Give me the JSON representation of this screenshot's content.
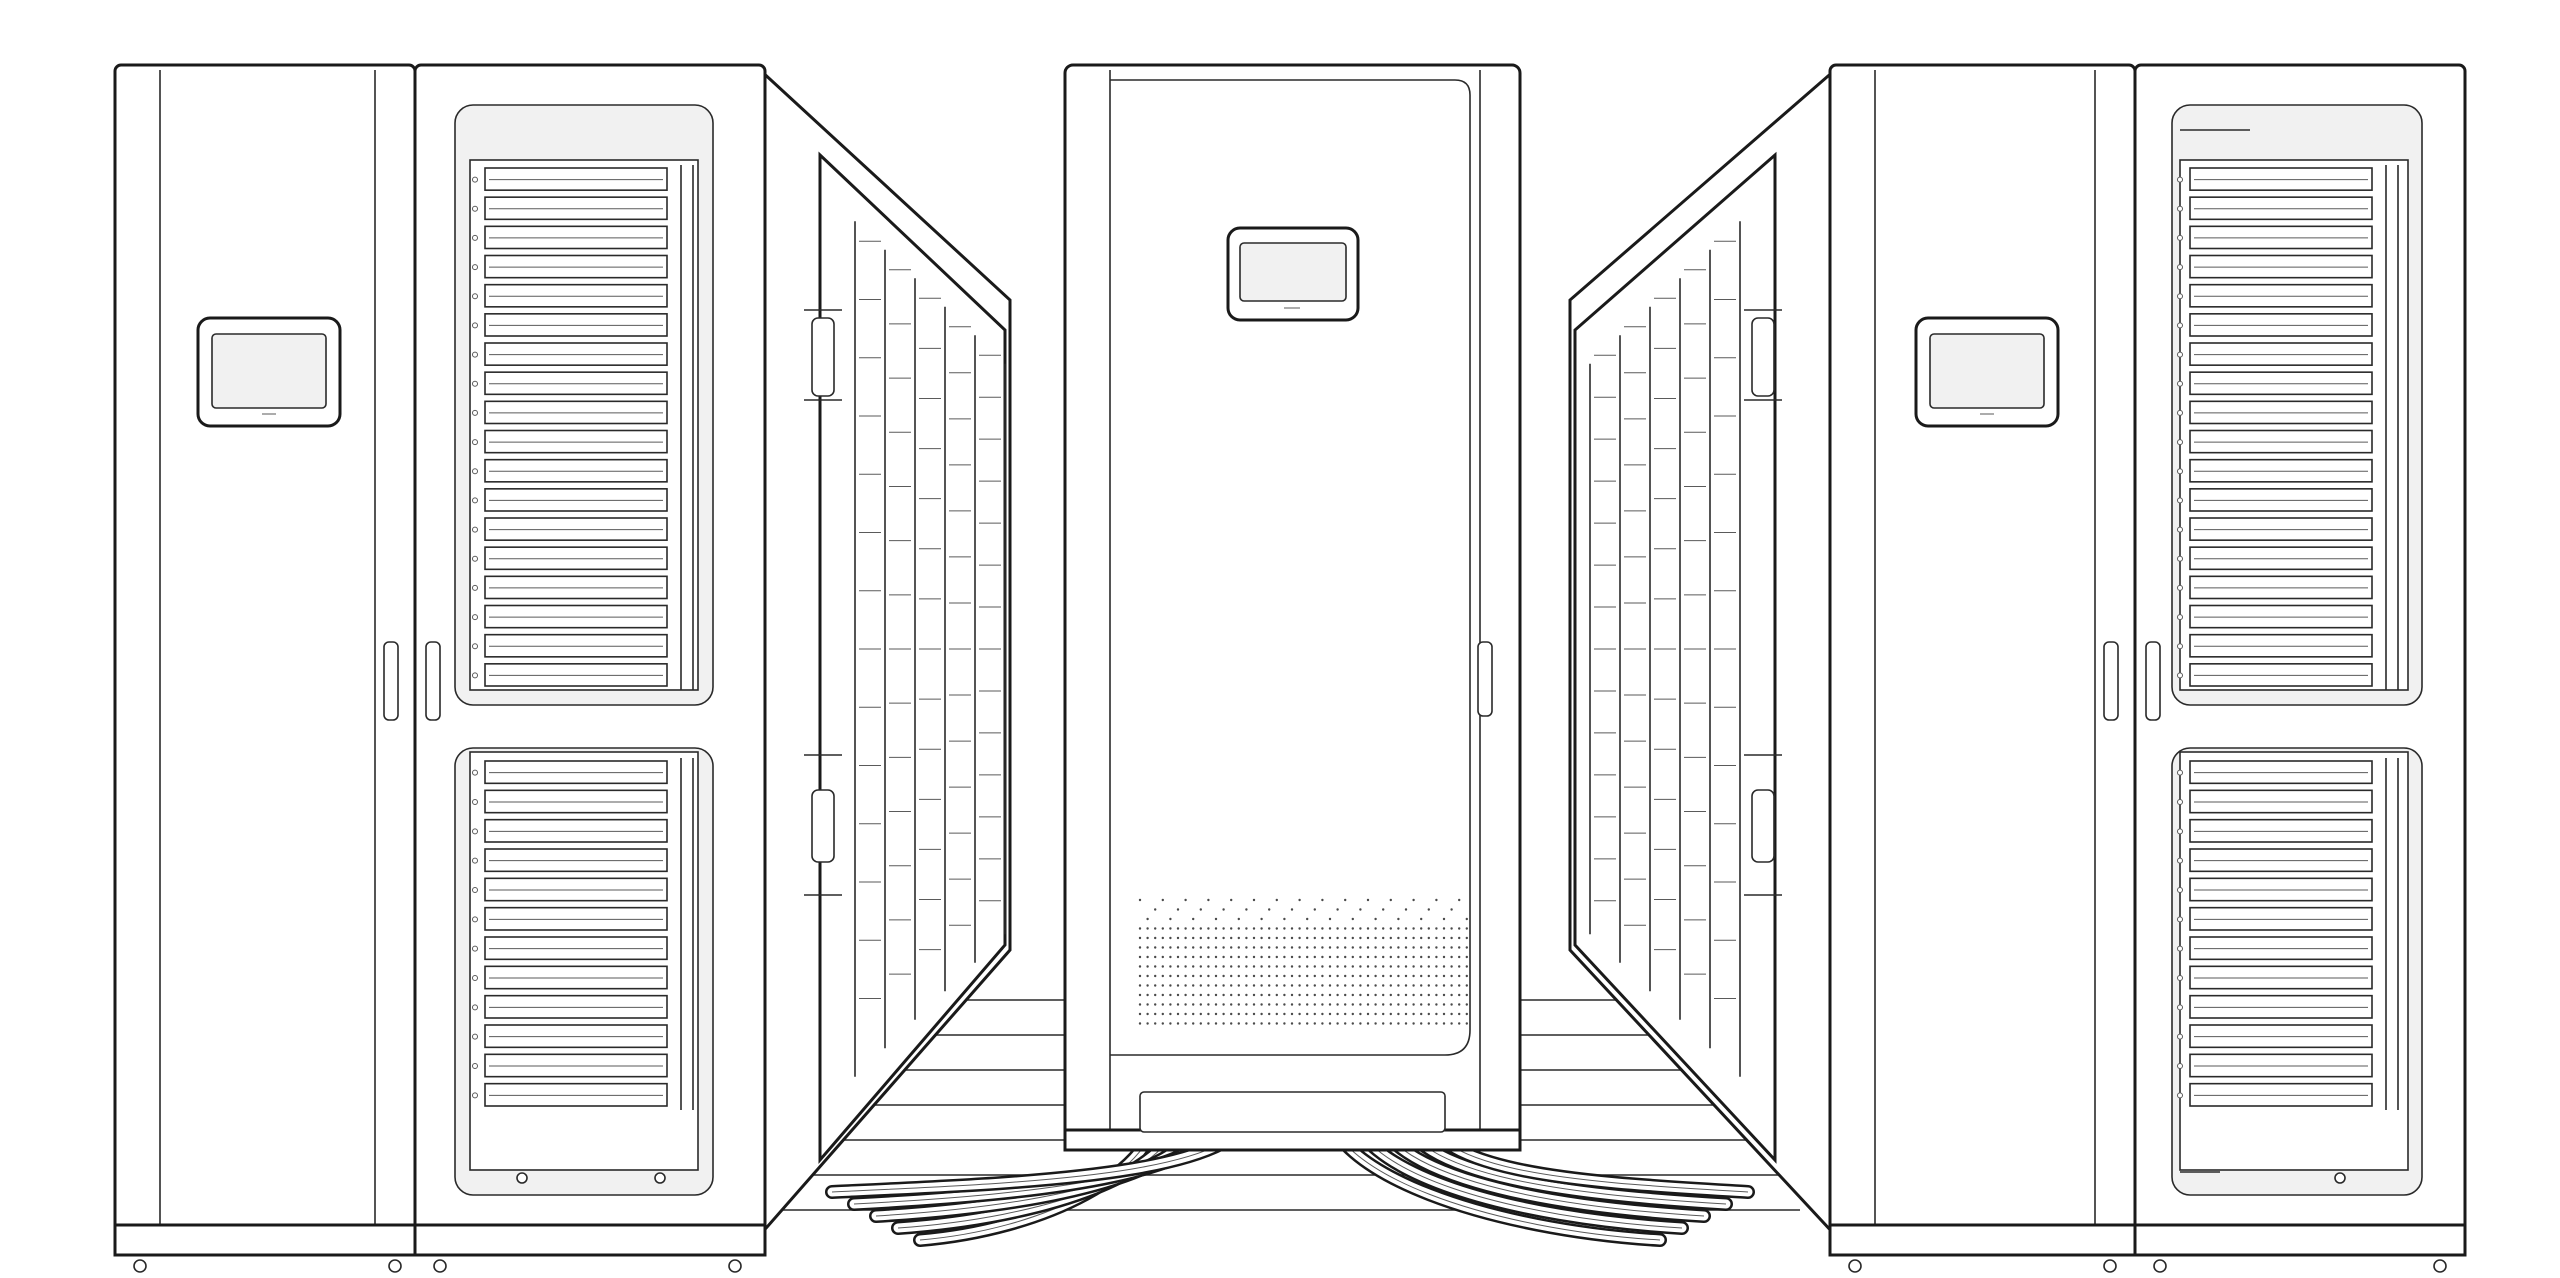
{
  "colors": {
    "ink": "#1a1a1a",
    "background": "#ffffff",
    "panel": "#f1f1f1"
  },
  "scene": {
    "racks": [
      {
        "name": "left-outer-cabinet",
        "has_display": true,
        "has_handle": true
      },
      {
        "name": "left-glass-rack",
        "has_display": false,
        "server_slots_upper": 18,
        "server_slots_lower": 12
      },
      {
        "name": "left-side-row",
        "columns": 5
      },
      {
        "name": "center-cooling-unit",
        "has_display": true,
        "vent_grid": true
      },
      {
        "name": "right-side-row",
        "columns": 5
      },
      {
        "name": "right-outer-cabinet",
        "has_display": true,
        "has_handle": true
      },
      {
        "name": "right-glass-rack",
        "has_display": false,
        "server_slots_upper": 18,
        "server_slots_lower": 12
      }
    ],
    "floor_cables": 10,
    "icons": [
      "display-panel-icon",
      "door-handle-icon",
      "server-slot-icon",
      "cable-icon",
      "vent-icon"
    ]
  }
}
